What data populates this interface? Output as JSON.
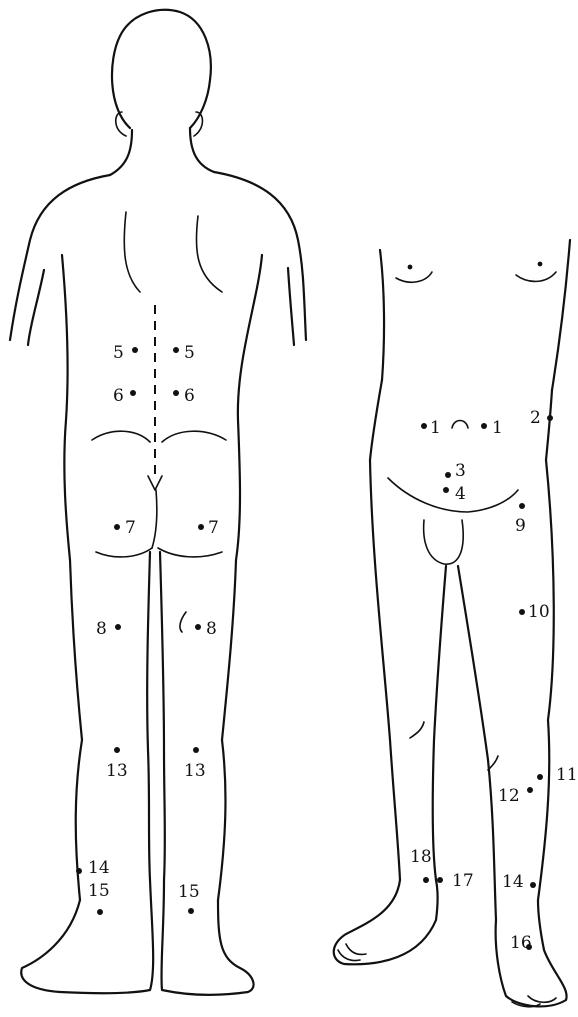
{
  "figures": {
    "back_view": {
      "points": [
        {
          "label": "5",
          "side": "left"
        },
        {
          "label": "5",
          "side": "right"
        },
        {
          "label": "6",
          "side": "left"
        },
        {
          "label": "6",
          "side": "right"
        },
        {
          "label": "7",
          "side": "left"
        },
        {
          "label": "7",
          "side": "right"
        },
        {
          "label": "8",
          "side": "left"
        },
        {
          "label": "8",
          "side": "right"
        },
        {
          "label": "13",
          "side": "left"
        },
        {
          "label": "13",
          "side": "right"
        },
        {
          "label": "14",
          "side": "left"
        },
        {
          "label": "15",
          "side": "left"
        },
        {
          "label": "15",
          "side": "right"
        }
      ]
    },
    "front_view": {
      "points": [
        {
          "label": "1",
          "side": "left"
        },
        {
          "label": "1",
          "side": "right"
        },
        {
          "label": "2",
          "side": "right"
        },
        {
          "label": "3",
          "side": "center"
        },
        {
          "label": "4",
          "side": "center"
        },
        {
          "label": "9",
          "side": "right"
        },
        {
          "label": "10",
          "side": "right"
        },
        {
          "label": "11",
          "side": "right"
        },
        {
          "label": "12",
          "side": "right"
        },
        {
          "label": "14",
          "side": "right"
        },
        {
          "label": "16",
          "side": "right"
        },
        {
          "label": "17",
          "side": "left"
        },
        {
          "label": "18",
          "side": "left"
        }
      ]
    }
  }
}
